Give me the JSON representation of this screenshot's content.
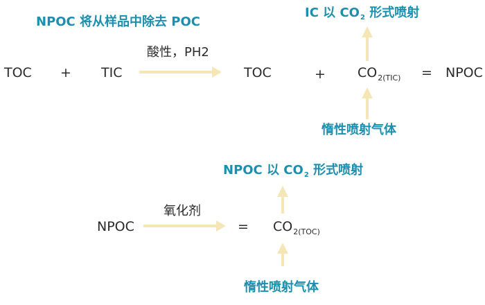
{
  "top_equation": {
    "heading": "NPOC 将从样品中除去 POC",
    "ic_release": {
      "prefix": "IC 以 CO",
      "sub": "2",
      "suffix": " 形式喷射"
    },
    "term_toc_1": "TOC",
    "plus_1": "+",
    "term_tic": "TIC",
    "arrow_label": "酸性，PH2",
    "term_toc_2": "TOC",
    "plus_2": "+",
    "co2": {
      "base": "CO",
      "sub": "2(TIC)"
    },
    "equals": "=",
    "result": "NPOC",
    "inert_gas": "惰性喷射气体"
  },
  "bottom_equation": {
    "npoc_release": {
      "prefix": "NPOC 以 CO",
      "sub": "2",
      "suffix": " 形式喷射"
    },
    "term_npoc": "NPOC",
    "arrow_label": "氧化剂",
    "equals": "=",
    "co2": {
      "base": "CO",
      "sub": "2(TOC)"
    },
    "inert_gas": "惰性喷射气体"
  },
  "colors": {
    "heading_teal": "#1b8fad",
    "arrow_cream": "#f5e6b8",
    "text_dark": "#2a2a2a"
  }
}
